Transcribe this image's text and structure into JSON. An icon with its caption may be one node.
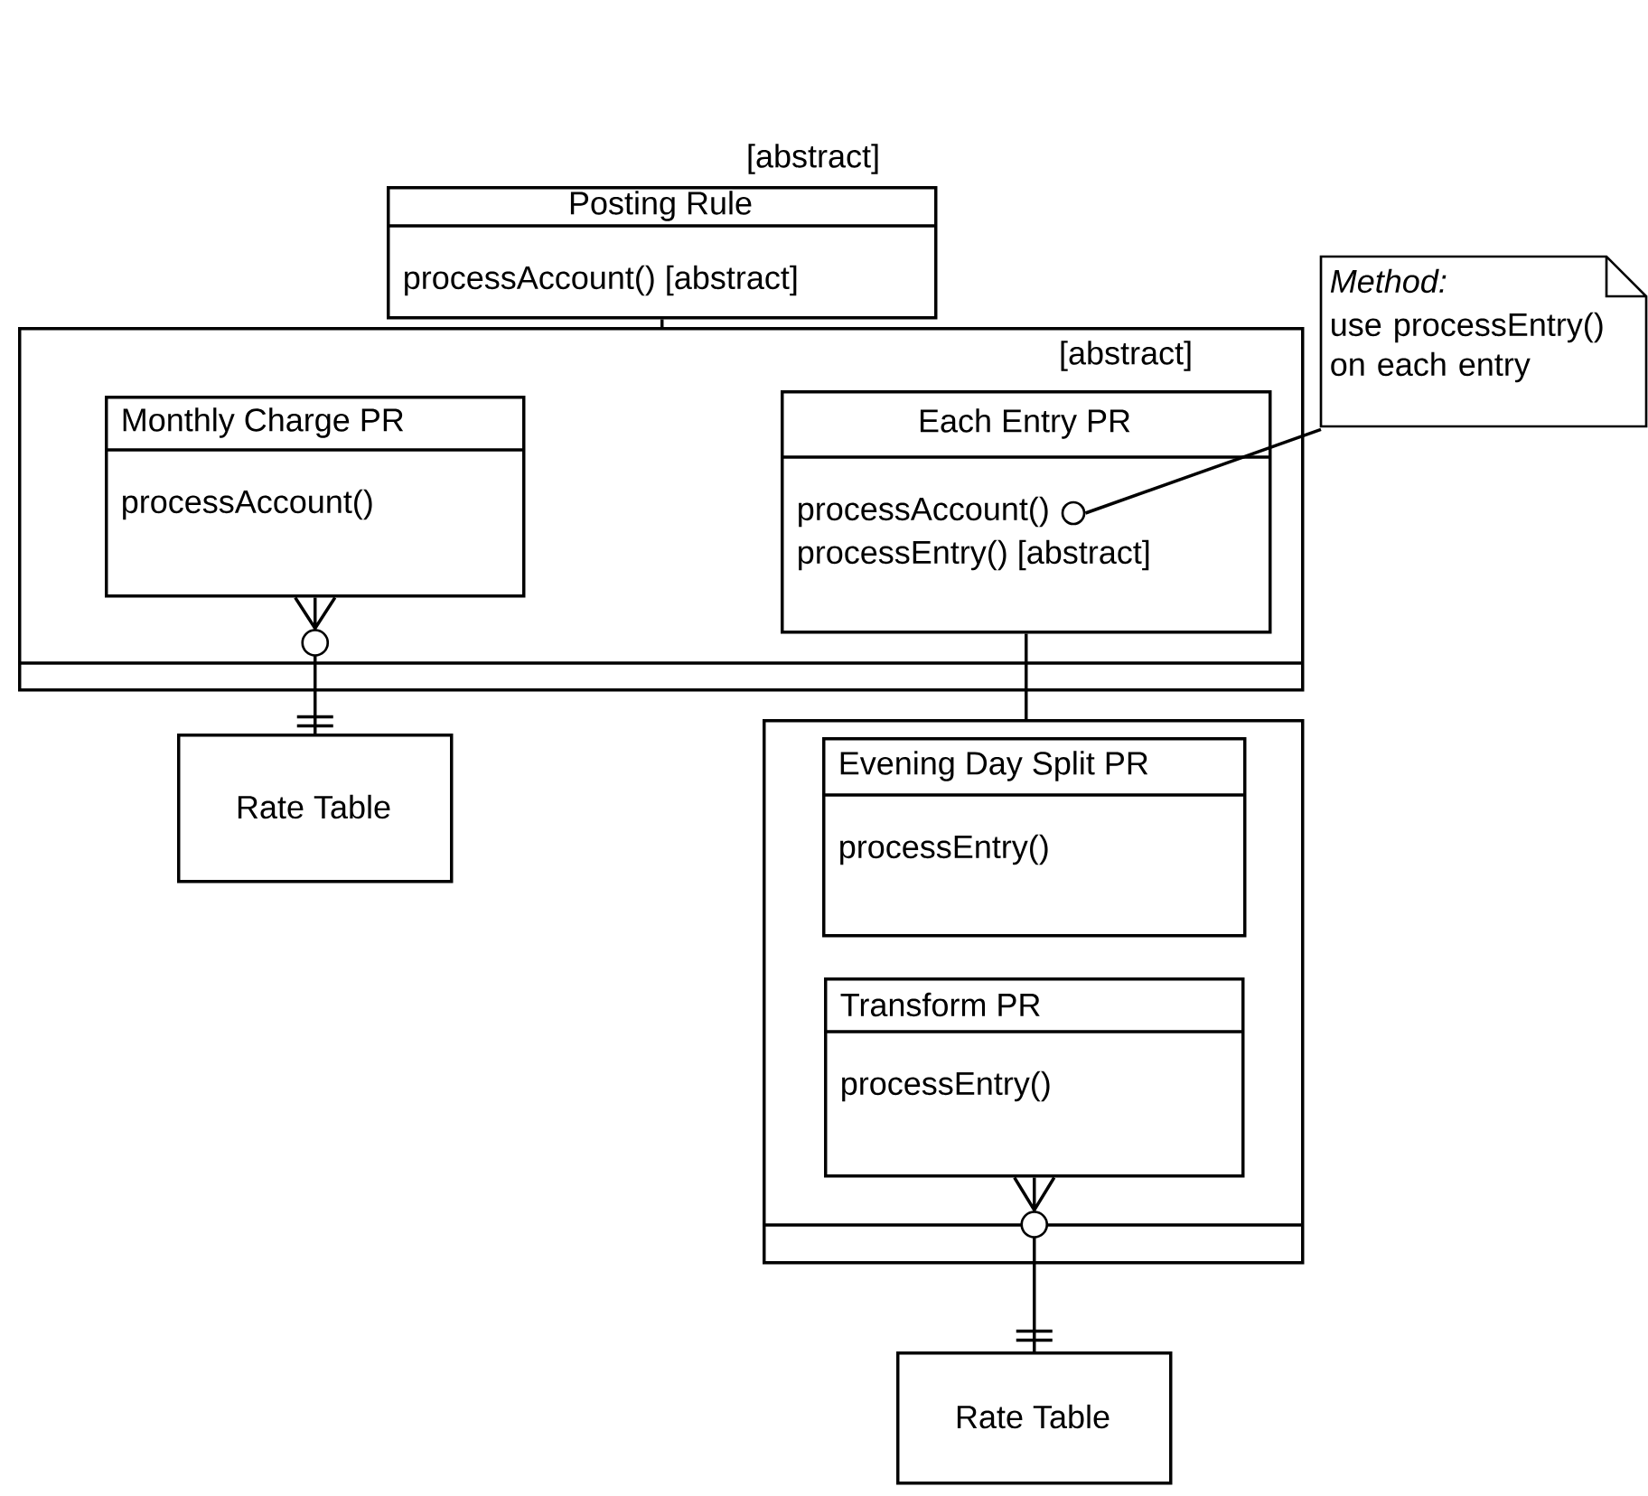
{
  "diagram": {
    "nodes": [
      {
        "text": [
          "Posting Rule",
          "processAccount() [abstract]"
        ],
        "beside": [
          "[abstract]"
        ]
      },
      {
        "text": [],
        "shape": "box"
      },
      {
        "text": [
          "Monthly Charge PR",
          "processAccount()"
        ],
        "in": 1
      },
      {
        "text": [
          "Each Entry PR",
          "processAccount()",
          "processEntry() [abstract]"
        ],
        "beside": [
          "[abstract]"
        ],
        "in": 1
      },
      {
        "text": [],
        "shape": "circle",
        "in": 3
      },
      {
        "text": [
          "Method:",
          "use processEntry() on each entry"
        ]
      },
      {
        "text": [
          "Rate Table"
        ]
      },
      {
        "text": [],
        "shape": "box"
      },
      {
        "text": [
          "Evening Day Split PR",
          "processEntry()"
        ],
        "in": 7
      },
      {
        "text": [
          "Transform PR",
          "processEntry()"
        ],
        "in": 7
      },
      {
        "text": [
          "Rate Table"
        ]
      }
    ],
    "edges": [
      {
        "from": 0,
        "to": 1,
        "arrow": "none"
      },
      {
        "from": 2,
        "to": 6,
        "arrow": "other"
      },
      {
        "from": 3,
        "to": 7,
        "arrow": "none"
      },
      {
        "from": 5,
        "to": 4,
        "arrow": "none"
      },
      {
        "from": 9,
        "to": 10,
        "arrow": "other"
      }
    ]
  }
}
